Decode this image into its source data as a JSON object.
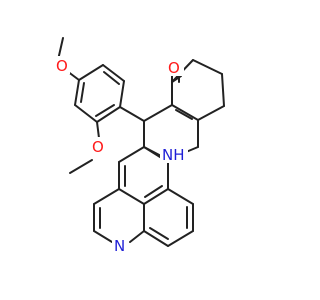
{
  "colors": {
    "bond": "#222222",
    "oxygen": "#ff1a1a",
    "nitrogen": "#1f1fd6",
    "background": "#ffffff"
  },
  "atoms": {
    "ketone_o": "O",
    "methoxy_top_o": "O",
    "methoxy_bottom_o": "O",
    "amine_nh": "NH",
    "pyridine_n": "N"
  }
}
